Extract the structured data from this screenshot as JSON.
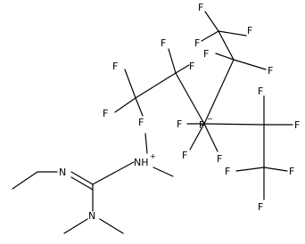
{
  "molecule": {
    "atoms": [
      {
        "id": "F1",
        "label": "F"
      },
      {
        "id": "F2",
        "label": "F"
      },
      {
        "id": "F3",
        "label": "F"
      },
      {
        "id": "F4",
        "label": "F"
      },
      {
        "id": "F5",
        "label": "F"
      },
      {
        "id": "F6",
        "label": "F"
      },
      {
        "id": "F7",
        "label": "F"
      },
      {
        "id": "F8",
        "label": "F"
      },
      {
        "id": "F9",
        "label": "F"
      },
      {
        "id": "F10",
        "label": "F"
      },
      {
        "id": "F11",
        "label": "F"
      },
      {
        "id": "F12",
        "label": "F"
      },
      {
        "id": "F13",
        "label": "F"
      },
      {
        "id": "F14",
        "label": "F"
      },
      {
        "id": "F15",
        "label": "F"
      },
      {
        "id": "F16",
        "label": "F"
      },
      {
        "id": "F17",
        "label": "F"
      },
      {
        "id": "F18",
        "label": "F"
      },
      {
        "id": "P",
        "label": "P",
        "charge": "−"
      },
      {
        "id": "N1",
        "label": "N"
      },
      {
        "id": "NH",
        "label": "NH",
        "charge": "+"
      },
      {
        "id": "N2",
        "label": "N"
      }
    ]
  }
}
